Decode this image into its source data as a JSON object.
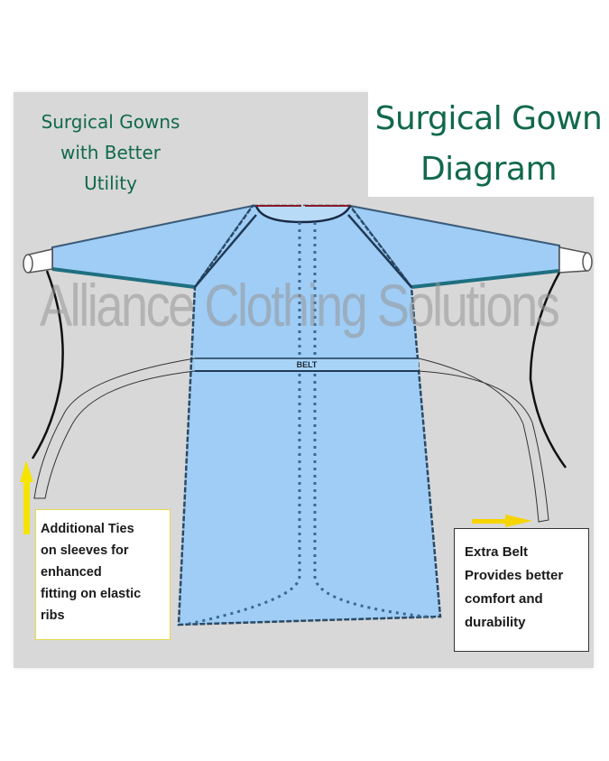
{
  "diagram": {
    "title": "Surgical Gown Diagram",
    "title_lines": [
      "Surgical Gown",
      "Diagram"
    ],
    "subtitle_lines": [
      "Surgical Gowns",
      "with Better",
      "Utility"
    ],
    "watermark": "Alliance Clothing Solutions",
    "belt_label": "BELT",
    "callouts": [
      {
        "id": "sleeve-ties",
        "lines": [
          "Additional Ties",
          "on sleeves for",
          "enhanced",
          "fitting on elastic",
          "ribs"
        ],
        "arrow": "up",
        "arrow_color": "#f5e400"
      },
      {
        "id": "extra-belt",
        "lines": [
          "Extra Belt",
          "Provides better",
          "comfort and",
          "durability"
        ],
        "arrow": "right",
        "arrow_color": "#f5d400"
      }
    ],
    "colors": {
      "title_green": "#11694a",
      "gown_blue": "#9fcdf5",
      "panel_gray": "#d8d8d8",
      "seam_dark": "#2a4a66",
      "collar_red": "#8a1a2a"
    }
  }
}
